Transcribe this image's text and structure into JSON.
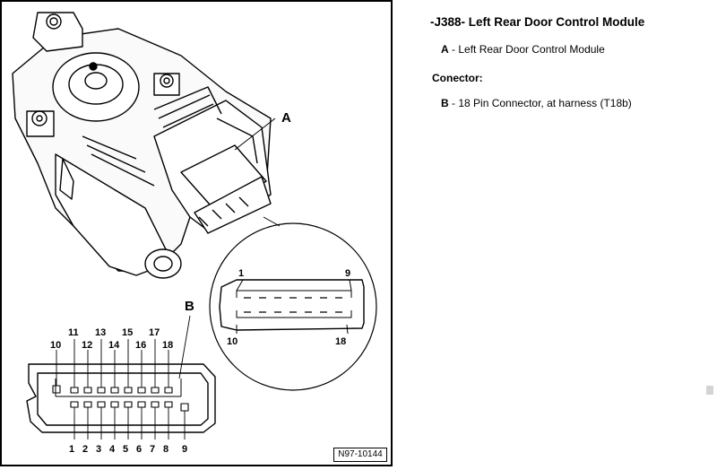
{
  "title": "-J388- Left Rear Door Control Module",
  "items": [
    {
      "key": "A",
      "dash": " - ",
      "text": "Left Rear Door Control Module"
    },
    {
      "key": "B",
      "dash": " - ",
      "text": "18 Pin Connector, at harness (T18b)"
    }
  ],
  "connector_heading": "Conector:",
  "diagram": {
    "label_a": "A",
    "label_b": "B",
    "ref": "N97-10144",
    "detail_pins": {
      "top_left": "1",
      "top_right": "9",
      "bottom_left": "10",
      "bottom_right": "18"
    },
    "top_row_odd": [
      "11",
      "13",
      "15",
      "17"
    ],
    "top_row_even": [
      "10",
      "12",
      "14",
      "16",
      "18"
    ],
    "bottom_row": [
      "1",
      "2",
      "3",
      "4",
      "5",
      "6",
      "7",
      "8",
      "9"
    ]
  }
}
